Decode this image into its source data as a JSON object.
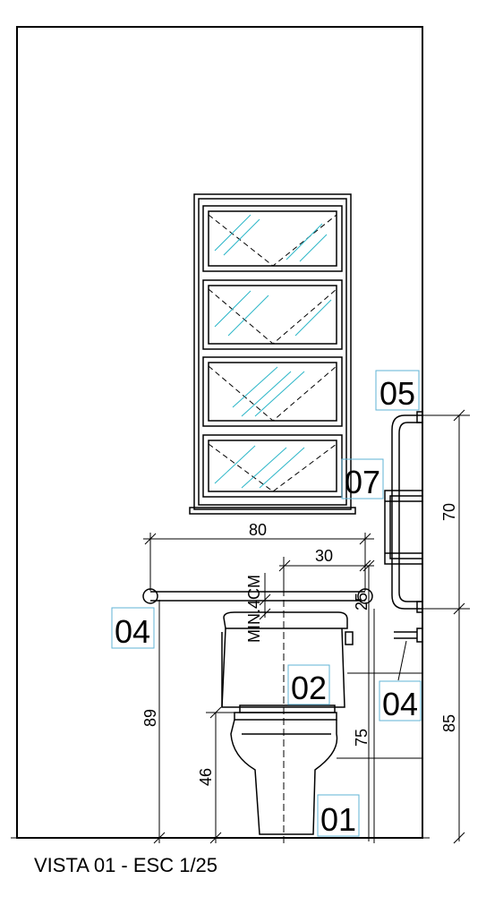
{
  "caption": "VISTA 01 - ESC 1/25",
  "tags": {
    "toilet_base": "01",
    "toilet_tank": "02",
    "grab_bar_left": "04",
    "grab_bar_right": "04",
    "vertical_bar": "05",
    "dispenser": "07"
  },
  "dimensions": {
    "bar_length": "80",
    "offset_30": "30",
    "clearance": "MIN.4CM",
    "bar_gap_25": "25",
    "vertical_bar_70": "70",
    "height_85": "85",
    "height_89": "89",
    "seat_46": "46",
    "height_75": "75"
  },
  "colors": {
    "line": "#000000",
    "glass_hatch": "#2bb6c8",
    "tag_box": "#5fb3d6"
  }
}
